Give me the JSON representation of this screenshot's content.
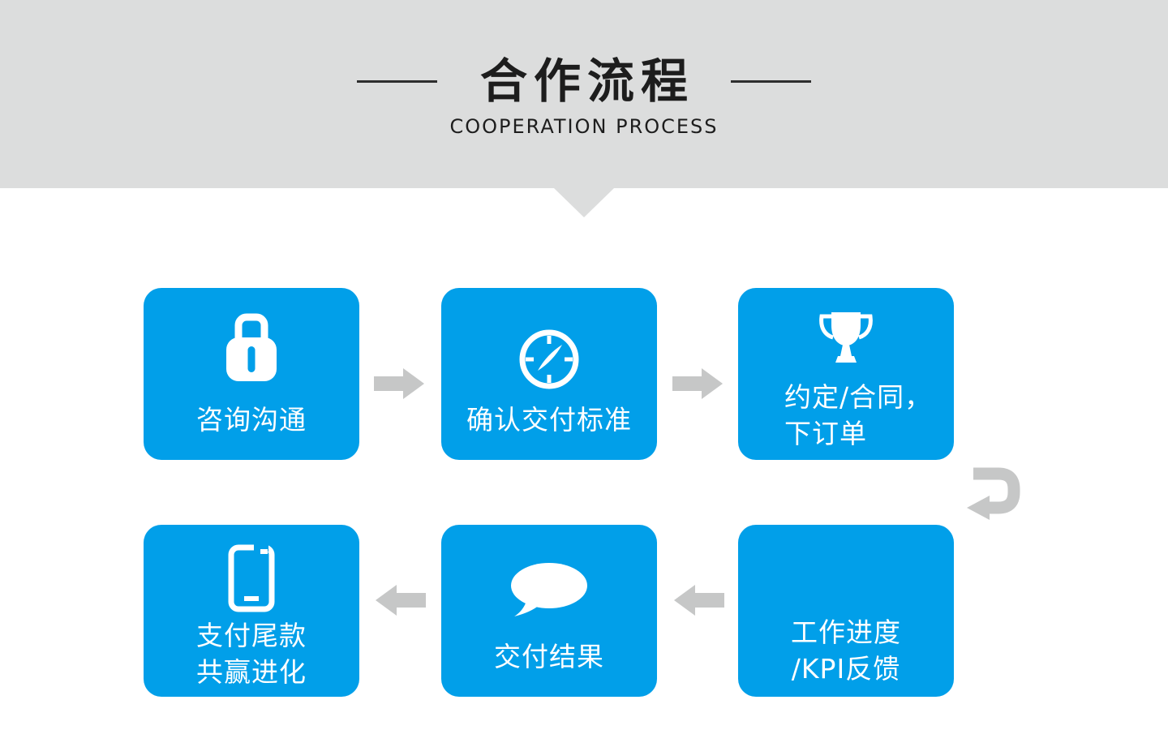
{
  "header": {
    "title": "合作流程",
    "subtitle": "COOPERATION PROCESS"
  },
  "steps": [
    {
      "order": 1,
      "icon": "lock",
      "lines": [
        "咨询沟通"
      ]
    },
    {
      "order": 2,
      "icon": "compass",
      "lines": [
        "确认交付标准"
      ]
    },
    {
      "order": 3,
      "icon": "trophy",
      "lines": [
        "约定/合同，",
        "下订单"
      ]
    },
    {
      "order": 4,
      "icon": "none",
      "lines": [
        "工作进度",
        "/KPI反馈"
      ]
    },
    {
      "order": 5,
      "icon": "speech-bubble",
      "lines": [
        "交付结果"
      ]
    },
    {
      "order": 6,
      "icon": "phone",
      "lines": [
        "支付尾款",
        "共赢进化"
      ]
    }
  ],
  "colors": {
    "primary": "#019fe9",
    "arrow": "#c6c7c7",
    "banner": "#dcdddd",
    "ink": "#1d1d1d"
  }
}
